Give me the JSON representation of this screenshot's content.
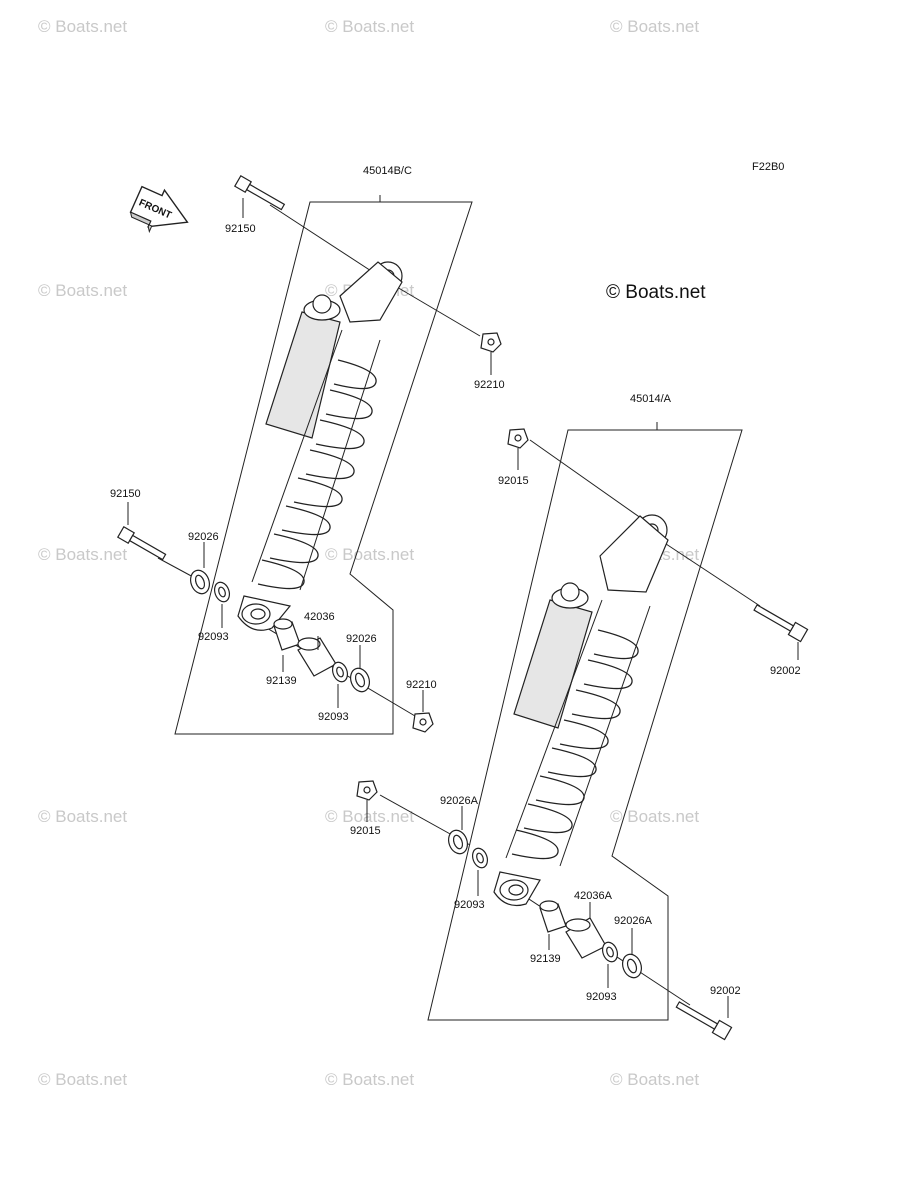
{
  "figure_code": "F22B0",
  "front_label": "FRONT",
  "copyright_main": "© Boats.net",
  "watermark_text": "© Boats.net",
  "parts": {
    "a_assembly": "45014B/C",
    "a_bolt_top": "92150",
    "a_nut_top": "92210",
    "a_bolt_bottom": "92150",
    "a_washer_left": "92026",
    "a_seal_left": "92093",
    "a_collar": "42036",
    "a_bush": "92139",
    "a_washer_right": "92026",
    "a_seal_right": "92093",
    "a_nut_bottom": "92210",
    "b_assembly": "45014/A",
    "b_nut_top": "92015",
    "b_bolt_top": "92002",
    "b_nut_bottom": "92015",
    "b_washer_left": "92026A",
    "b_seal_left": "92093",
    "b_collar": "42036A",
    "b_bush": "92139",
    "b_washer_right": "92026A",
    "b_seal_right": "92093",
    "b_bolt_bottom": "92002"
  }
}
